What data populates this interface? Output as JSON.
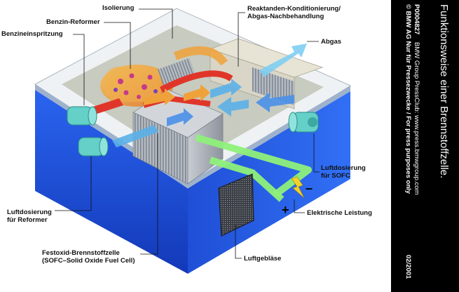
{
  "labels": {
    "isolierung": "Isolierung",
    "benzin_reformer": "Benzin-Reformer",
    "benzineinspritzung": "Benzineinspritzung",
    "reaktanden_1": "Reaktanden-Konditionierung/",
    "reaktanden_2": "Abgas-Nachbehandlung",
    "abgas": "Abgas",
    "luftdosierung_sofc_1": "Luftdosierung",
    "luftdosierung_sofc_2": "für SOFC",
    "elektrische_leistung": "Elektrische Leistung",
    "luftdosierung_reformer_1": "Luftdosierung",
    "luftdosierung_reformer_2": "für Reformer",
    "festoxid_1": "Festoxid-Brennstoffzelle",
    "festoxid_2": "(SOFC–Solid Oxide Fuel Cell)",
    "luftgeblaese": "Luftgebläse",
    "plus": "+",
    "minus": "–"
  },
  "sidebar": {
    "title": "Funktionsweise einer Brennstoffzelle.",
    "code": "P0004827",
    "press": "BMW Group PressClub: www.press.bmwgroup.com",
    "copyright": "© BMW AG   Nur für Pressezwecke / For press purposes only",
    "date": "02/2001"
  },
  "colors": {
    "housing_blue": "#1c4fd8",
    "insulation": "#eef2f4",
    "sidebar": "#000000",
    "fuel_red": "#e0362a",
    "reformer_orange": "#f0a23a",
    "air_blue": "#5ab0e8",
    "power_green": "#8ef07a"
  }
}
